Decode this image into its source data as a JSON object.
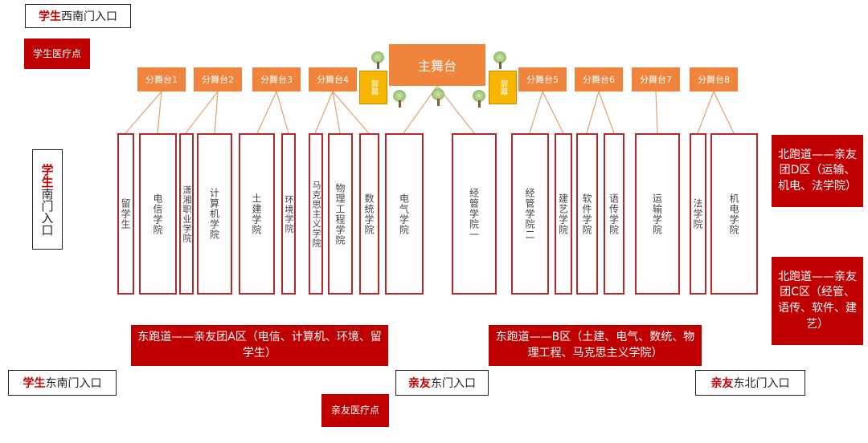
{
  "main_stage": "主舞台",
  "screen_label": "屏幕",
  "sub_stages": [
    "分舞台1",
    "分舞台2",
    "分舞台3",
    "分舞台4",
    "分舞台5",
    "分舞台6",
    "分舞台7",
    "分舞台8"
  ],
  "colleges": [
    "留学生",
    "电信学院",
    "潇湘职业学院",
    "计算机学院",
    "土建学院",
    "环境学院",
    "马克思主义学院",
    "物理工程学院",
    "数统学院",
    "电气学院",
    "经管学院一",
    "经管学院二",
    "建艺学院",
    "软件学院",
    "语传学院",
    "运输学院",
    "法学院",
    "机电学院"
  ],
  "zones": {
    "a": "东跑道——亲友团A区（电信、计算机、环境、留学生）",
    "b": "东跑道——B区（土建、电气、数统、物理工程、马克思主义学院）",
    "d": "北跑道——亲友团D区（运输、机电、法学院）",
    "c": "北跑道——亲友团C区（经管、语传、软件、建艺）"
  },
  "medical": {
    "student": "学生医疗点",
    "family": "亲友医疗点"
  },
  "gates": {
    "southwest": {
      "who": "学生",
      "name": "西南门入口"
    },
    "south": {
      "who": "学生",
      "name": "南门入口"
    },
    "southeast": {
      "who": "学生",
      "name": "东南门入口"
    },
    "east": {
      "who": "亲友",
      "name": "东门入口"
    },
    "northeast": {
      "who": "亲友",
      "name": "东北门入口"
    }
  },
  "colors": {
    "stage": "#f0843c",
    "zone": "#c00000",
    "screen": "#f7b500",
    "border": "#b3282d"
  }
}
